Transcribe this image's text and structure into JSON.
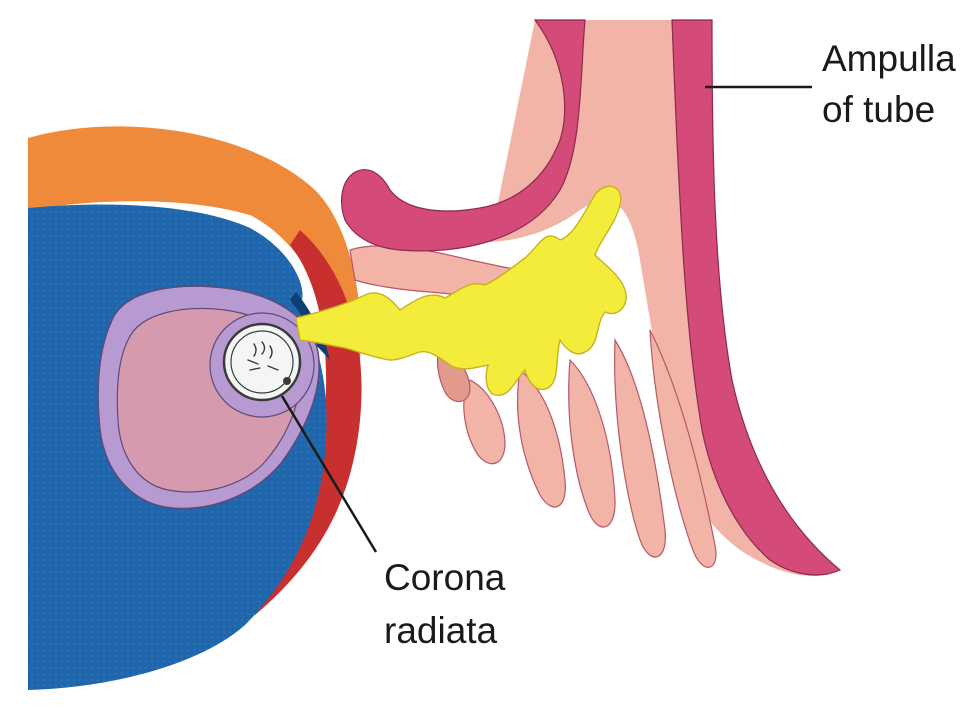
{
  "labels": {
    "ampulla_line1": "Ampulla",
    "ampulla_line2": "of tube",
    "corona_line1": "Corona",
    "corona_line2": "radiata"
  },
  "colors": {
    "background": "#ffffff",
    "ovary_blue": "#1f66ad",
    "ovary_blue_dark": "#17528f",
    "ovary_orange": "#ef8a3a",
    "ovary_red": "#c8302f",
    "follicle_lavender": "#b79ad1",
    "follicle_pink": "#d59aae",
    "oocyte_white": "#f3f6f4",
    "fimbria_yellow": "#f4ec3a",
    "tube_pink": "#f2b4a6",
    "tube_magenta": "#d44a78",
    "leader_line": "#1a1a1a"
  },
  "icons": [
    "ovary-shape",
    "follicle-shape",
    "oocyte-shape",
    "fimbriae-shape",
    "uterine-tube-shape"
  ]
}
